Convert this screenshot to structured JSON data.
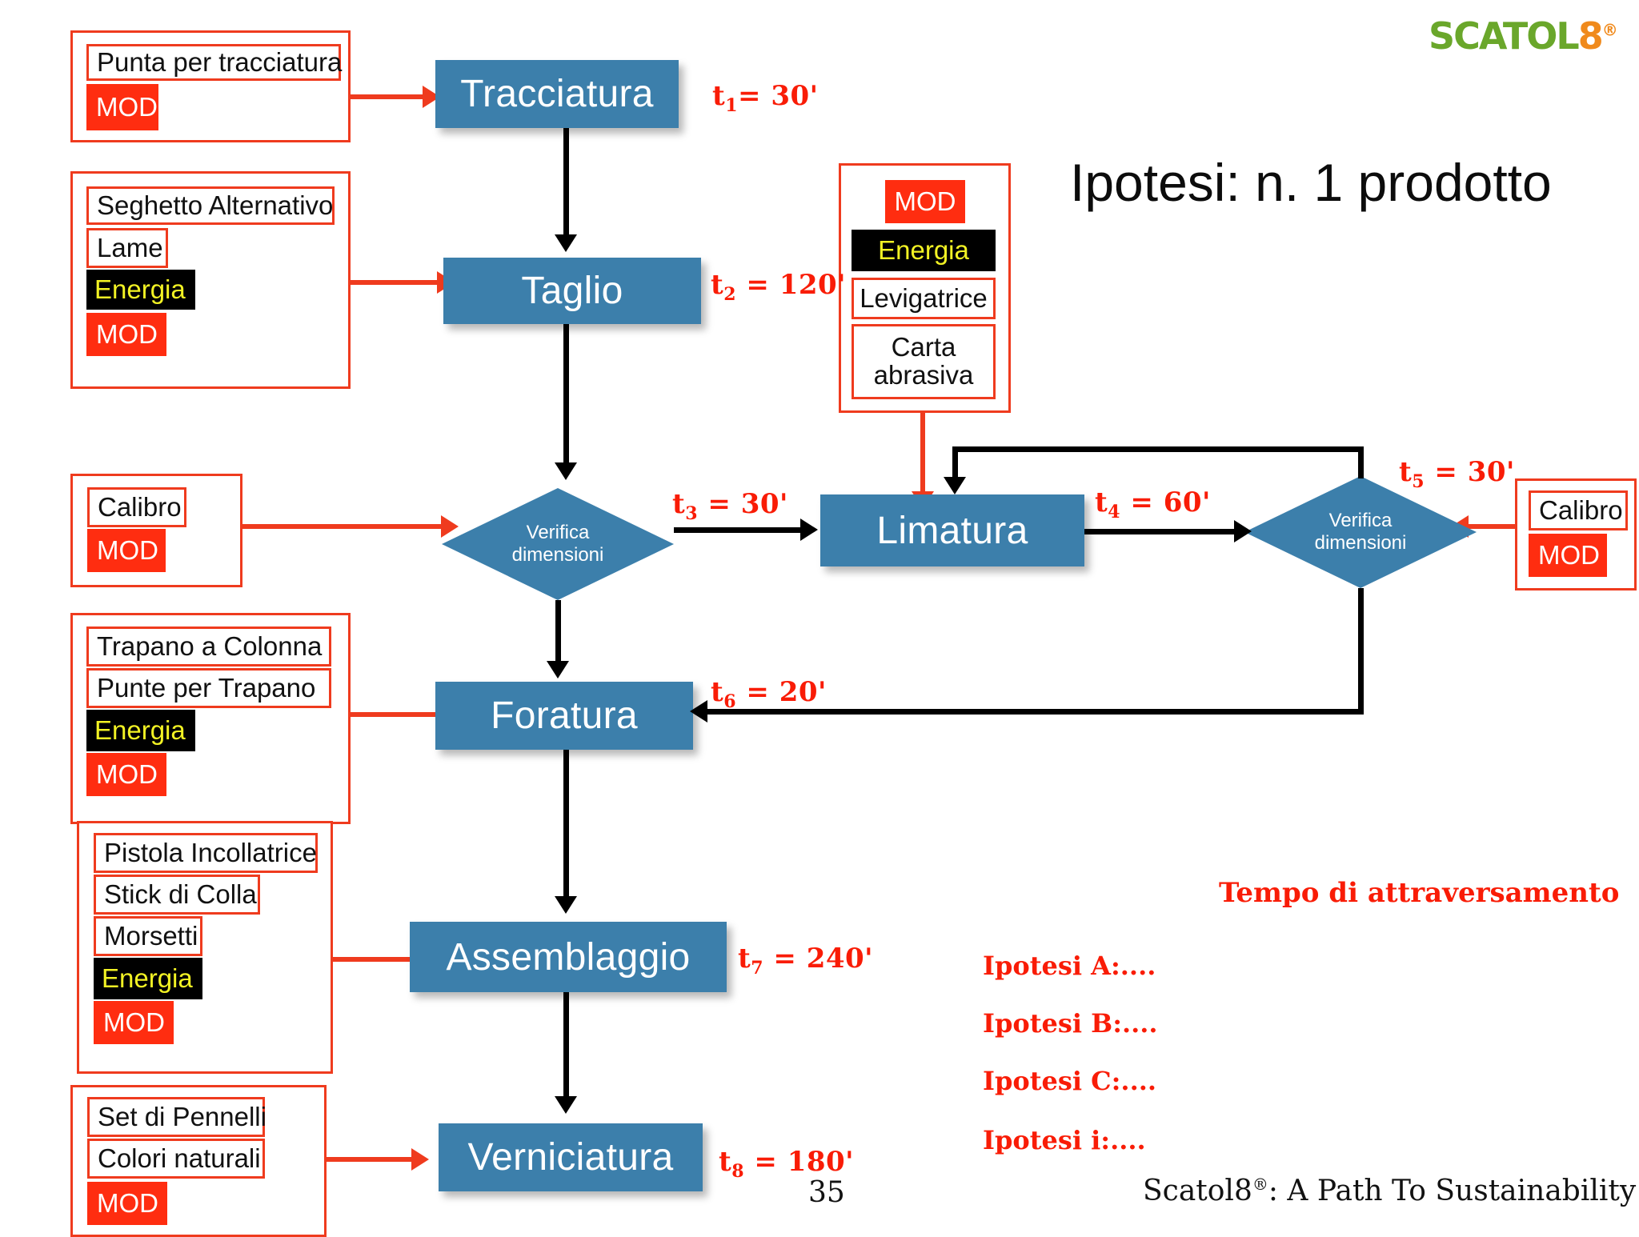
{
  "title": "Ipotesi: n. 1 prodotto",
  "logo": {
    "green_part": "SCATOL",
    "orange_part": "8",
    "trademark": "®"
  },
  "process_blocks": [
    {
      "id": "tracciatura",
      "label": "Tracciatura"
    },
    {
      "id": "taglio",
      "label": "Taglio"
    },
    {
      "id": "verifica1",
      "label_line1": "Verifica",
      "label_line2": "dimensioni"
    },
    {
      "id": "limatura",
      "label": "Limatura"
    },
    {
      "id": "verifica2",
      "label_line1": "Verifica",
      "label_line2": "dimensioni"
    },
    {
      "id": "foratura",
      "label": "Foratura"
    },
    {
      "id": "assemblaggio",
      "label": "Assemblaggio"
    },
    {
      "id": "verniciatura",
      "label": "Verniciatura"
    }
  ],
  "times": [
    {
      "id": "t1",
      "base": "t",
      "sub": "1",
      "value": "= 30'"
    },
    {
      "id": "t2",
      "base": "t",
      "sub": "2",
      "value": "= 120'"
    },
    {
      "id": "t3",
      "base": "t",
      "sub": "3",
      "value": "= 30'"
    },
    {
      "id": "t4",
      "base": "t",
      "sub": "4",
      "value": "= 60'"
    },
    {
      "id": "t5",
      "base": "t",
      "sub": "5",
      "value": "= 30'"
    },
    {
      "id": "t6",
      "base": "t",
      "sub": "6",
      "value": "= 20'"
    },
    {
      "id": "t7",
      "base": "t",
      "sub": "7",
      "value": "= 240'"
    },
    {
      "id": "t8",
      "base": "t",
      "sub": "8",
      "value": "= 180'"
    }
  ],
  "resource_groups": [
    {
      "id": "res-tracciatura",
      "items": [
        {
          "label": "Punta per tracciatura",
          "kind": "tool"
        },
        {
          "label": "MOD",
          "kind": "mod"
        }
      ]
    },
    {
      "id": "res-taglio",
      "items": [
        {
          "label": "Seghetto Alternativo",
          "kind": "tool"
        },
        {
          "label": "Lame",
          "kind": "tool"
        },
        {
          "label": "Energia",
          "kind": "energy"
        },
        {
          "label": "MOD",
          "kind": "mod"
        }
      ]
    },
    {
      "id": "res-limatura",
      "items": [
        {
          "label": "MOD",
          "kind": "mod"
        },
        {
          "label": "Energia",
          "kind": "energy"
        },
        {
          "label": "Levigatrice",
          "kind": "tool"
        },
        {
          "label": "Carta abrasiva",
          "kind": "tool"
        }
      ]
    },
    {
      "id": "res-verifica1",
      "items": [
        {
          "label": "Calibro",
          "kind": "tool"
        },
        {
          "label": "MOD",
          "kind": "mod"
        }
      ]
    },
    {
      "id": "res-verifica2",
      "items": [
        {
          "label": "Calibro",
          "kind": "tool"
        },
        {
          "label": "MOD",
          "kind": "mod"
        }
      ]
    },
    {
      "id": "res-foratura",
      "items": [
        {
          "label": "Trapano a Colonna",
          "kind": "tool"
        },
        {
          "label": "Punte per Trapano",
          "kind": "tool"
        },
        {
          "label": "Energia",
          "kind": "energy"
        },
        {
          "label": "MOD",
          "kind": "mod"
        }
      ]
    },
    {
      "id": "res-assemblaggio",
      "items": [
        {
          "label": "Pistola Incollatrice",
          "kind": "tool"
        },
        {
          "label": "Stick di Colla",
          "kind": "tool"
        },
        {
          "label": "Morsetti",
          "kind": "tool"
        },
        {
          "label": "Energia",
          "kind": "energy"
        },
        {
          "label": "MOD",
          "kind": "mod"
        }
      ]
    },
    {
      "id": "res-verniciatura",
      "items": [
        {
          "label": "Set di Pennelli",
          "kind": "tool"
        },
        {
          "label": "Colori naturali",
          "kind": "tool"
        },
        {
          "label": "MOD",
          "kind": "mod"
        }
      ]
    }
  ],
  "tempo": {
    "heading": "Tempo di attraversamento",
    "entries": [
      "Ipotesi A:....",
      "Ipotesi B:....",
      "Ipotesi C:....",
      "Ipotesi i:...."
    ]
  },
  "footer": {
    "page_number": "35",
    "text_before": "Scatol8",
    "trademark": "®",
    "text_after": ": A Path To Sustainability"
  },
  "colors": {
    "process_blue": "#3c7fab",
    "accent_red": "#ef3b1e",
    "time_red": "#f91c06",
    "mod_red": "#ff2d10",
    "energy_bg": "#000000",
    "energy_text": "#f2f224",
    "logo_green": "#6aa72b",
    "logo_orange": "#f08a1c"
  }
}
